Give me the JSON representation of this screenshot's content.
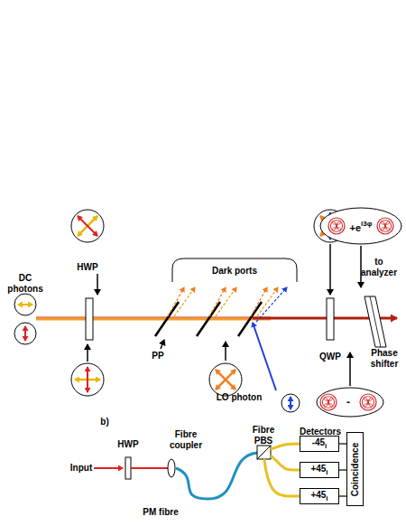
{
  "diagram": {
    "nodes": [
      {
        "text": [
          "Dark ports"
        ]
      },
      {
        "text": [
          "+e",
          "i3φ"
        ]
      },
      {
        "text": [
          "-"
        ]
      },
      {
        "text": [
          "-45",
          "i"
        ]
      },
      {
        "text": [
          "+45",
          "i"
        ]
      },
      {
        "text": [
          "+45",
          "i"
        ]
      },
      {
        "text": [
          "Coincidence"
        ]
      }
    ],
    "edges": [
      {
        "from": 3,
        "to": 6,
        "arrow": "none"
      },
      {
        "from": 4,
        "to": 6,
        "arrow": "none"
      },
      {
        "from": 5,
        "to": 6,
        "arrow": "none"
      }
    ],
    "labels": [
      "DC photons",
      "HWP",
      "PP",
      "LO photon",
      "QWP",
      "Phase shifter",
      "to analyzer",
      "b)",
      "HWP",
      "Input",
      "Fibre coupler",
      "Fibre PBS",
      "Detectors",
      "PM fibre"
    ]
  }
}
